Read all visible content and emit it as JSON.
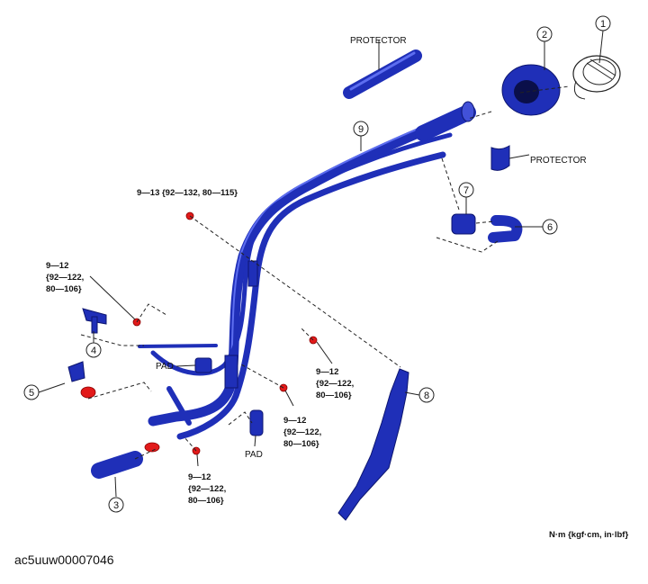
{
  "labels": {
    "protector_top": "PROTECTOR",
    "protector_right": "PROTECTOR",
    "pad_left": "PAD",
    "pad_bottom": "PAD",
    "units": "N·m {kgf·cm, in·lbf}"
  },
  "callouts": [
    "1",
    "2",
    "3",
    "4",
    "5",
    "6",
    "7",
    "8",
    "9"
  ],
  "torques": {
    "top": [
      "9—13 {92—132, 80—115}"
    ],
    "left": [
      "9—12",
      "{92—122,",
      "80—106}"
    ],
    "right_upper": [
      "9—12",
      "{92—122,",
      "80—106}"
    ],
    "right_lower": [
      "9—12",
      "{92—122,",
      "80—106}"
    ],
    "bottom": [
      "9—12",
      "{92—122,",
      "80—106}"
    ]
  },
  "caption": "ac5uuw00007046",
  "colors": {
    "part_blue": "#1f2fb8",
    "bolt_red": "#e21a1a"
  }
}
